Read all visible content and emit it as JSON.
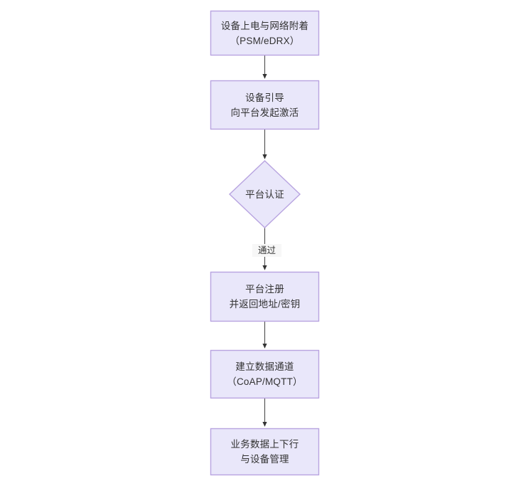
{
  "diagram": {
    "type": "flowchart",
    "orientation": "top-to-bottom",
    "background_color": "#ffffff",
    "node_fill_color": "#e9e7fa",
    "node_border_color": "#b8a4e0",
    "text_color": "#333333",
    "edge_color": "#4d4d4d",
    "nodes": [
      {
        "id": "n1",
        "shape": "rectangle",
        "line1": "设备上电与网络附着",
        "line2": "（PSM/eDRX）"
      },
      {
        "id": "n2",
        "shape": "rectangle",
        "line1": "设备引导",
        "line2": "向平台发起激活"
      },
      {
        "id": "n3",
        "shape": "diamond",
        "line1": "平台认证",
        "line2": ""
      },
      {
        "id": "n4",
        "shape": "rectangle",
        "line1": "平台注册",
        "line2": "并返回地址/密钥"
      },
      {
        "id": "n5",
        "shape": "rectangle",
        "line1": "建立数据通道",
        "line2": "（CoAP/MQTT）"
      },
      {
        "id": "n6",
        "shape": "rectangle",
        "line1": "业务数据上下行",
        "line2": "与设备管理"
      }
    ],
    "edges": [
      {
        "id": "e1",
        "from": "n1",
        "to": "n2",
        "label": ""
      },
      {
        "id": "e2",
        "from": "n2",
        "to": "n3",
        "label": ""
      },
      {
        "id": "e3",
        "from": "n3",
        "to": "n4",
        "label": "通过"
      },
      {
        "id": "e4",
        "from": "n4",
        "to": "n5",
        "label": ""
      },
      {
        "id": "e5",
        "from": "n5",
        "to": "n6",
        "label": ""
      }
    ]
  }
}
